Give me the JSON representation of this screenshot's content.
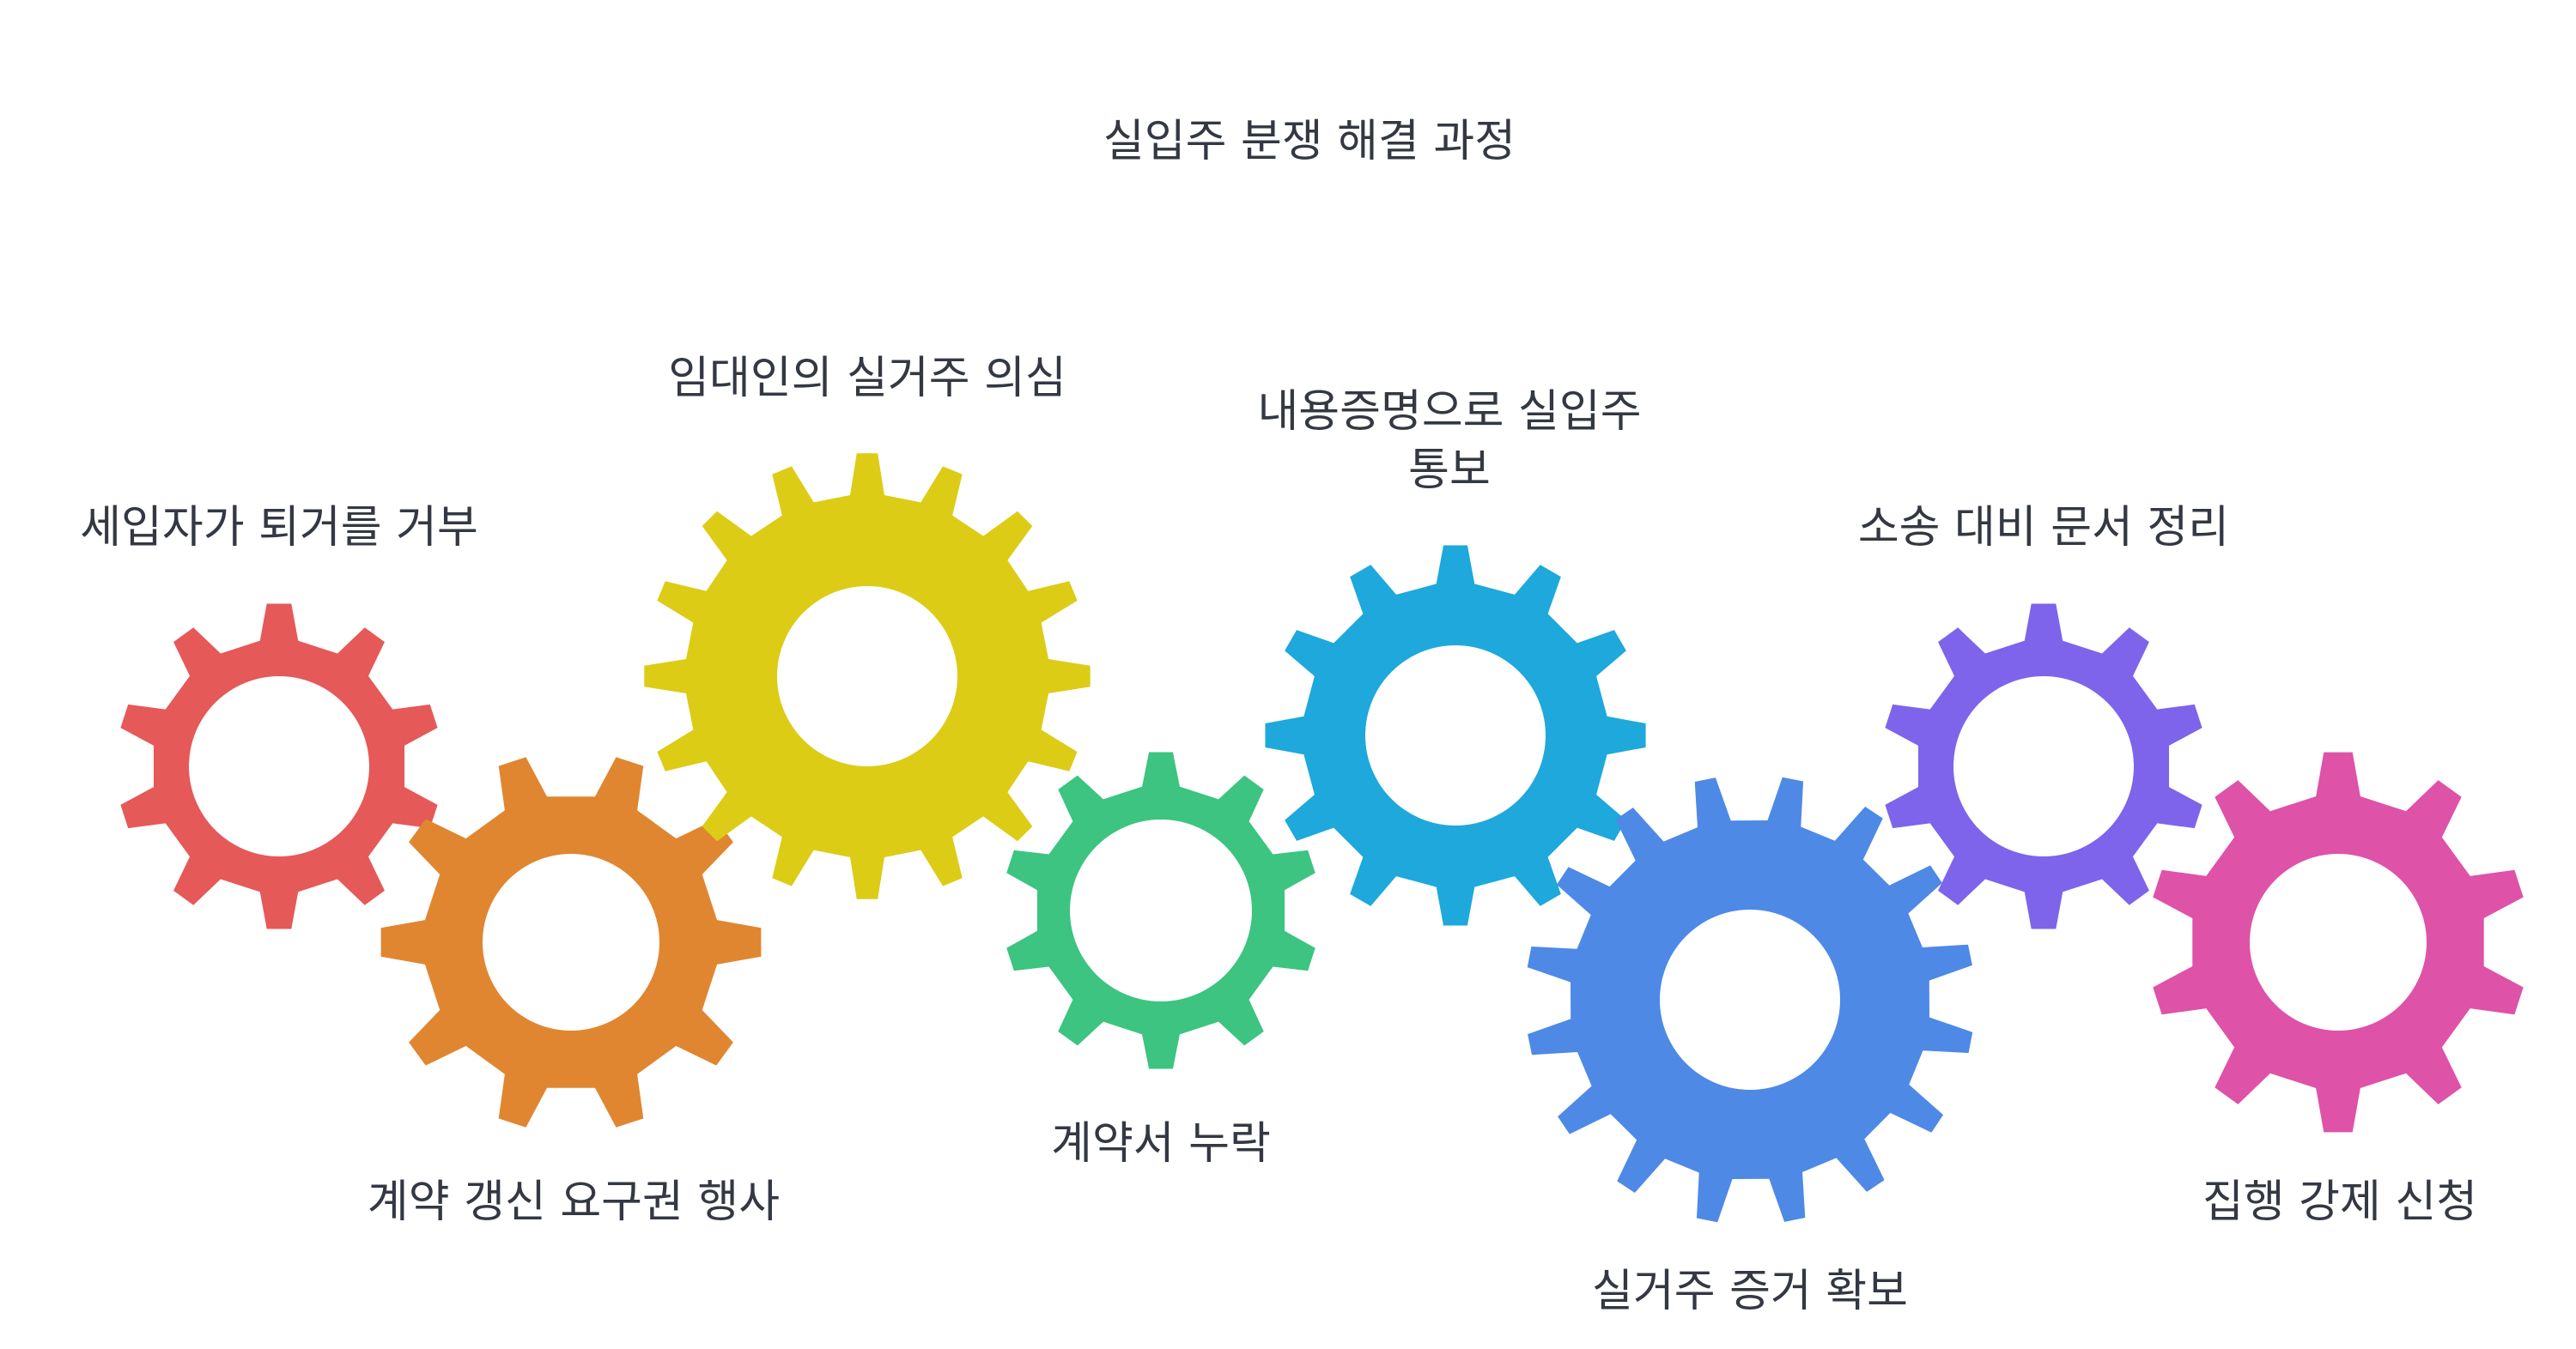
{
  "title": "실입주 분쟁 해결 과정",
  "gears": [
    {
      "id": "refuse-eviction",
      "label": [
        "세입자가 퇴거를 거부"
      ],
      "color": "#E55959",
      "teeth": 10
    },
    {
      "id": "renewal-right",
      "label": [
        "계약 갱신 요구권 행사"
      ],
      "color": "#E08631",
      "teeth": 10
    },
    {
      "id": "landlord-suspect",
      "label": [
        "임대인의 실거주 의심"
      ],
      "color": "#DCCC16",
      "teeth": 16
    },
    {
      "id": "contract-omission",
      "label": [
        "계약서 누락"
      ],
      "color": "#3CC480",
      "teeth": 10
    },
    {
      "id": "certified-notice",
      "label": [
        "내용증명으로 실입주",
        "통보"
      ],
      "color": "#1EA8DB",
      "teeth": 12
    },
    {
      "id": "residence-proof",
      "label": [
        "실거주 증거 확보"
      ],
      "color": "#4E89E6",
      "teeth": 16
    },
    {
      "id": "lawsuit-docs",
      "label": [
        "소송 대비 문서 정리"
      ],
      "color": "#7E64EA",
      "teeth": 10
    },
    {
      "id": "enforcement",
      "label": [
        "집행 강제 신청"
      ],
      "color": "#DE52A8",
      "teeth": 10
    }
  ]
}
